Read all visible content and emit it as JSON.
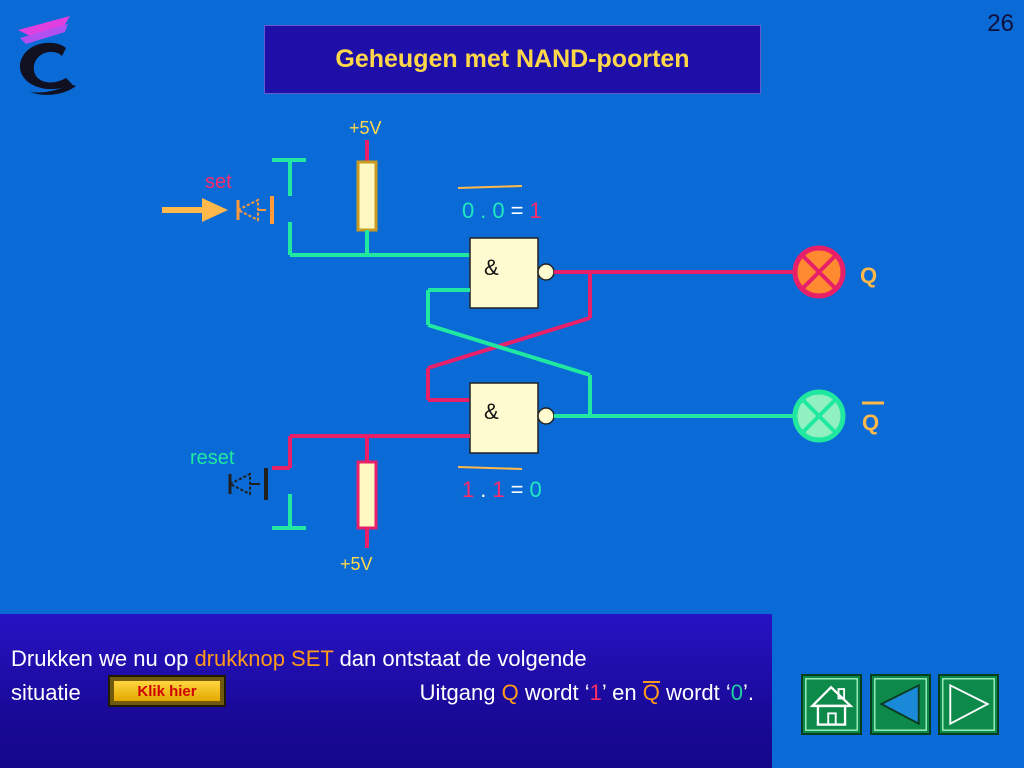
{
  "slide_number": "26",
  "title": "Geheugen met NAND-poorten",
  "circuit": {
    "supply_top": "+5V",
    "supply_bottom": "+5V",
    "set_label": "set",
    "reset_label": "reset",
    "gate_symbol": "&",
    "top_eq": {
      "a": "0",
      "dot": ".",
      "b": "0",
      "eq": "=",
      "result": "1"
    },
    "bottom_eq": {
      "a": "1",
      "dot": ".",
      "b": "1",
      "eq": "=",
      "result": "0"
    },
    "output_q": "Q",
    "output_qbar": "Q"
  },
  "info": {
    "line1_a": "Drukken we nu op ",
    "line1_b": "drukknop SET",
    "line1_c": " dan ontstaat de volgende",
    "line2_a": "situatie",
    "line2_b": "Uitgang ",
    "line2_q": "Q",
    "line2_c": " wordt ‘",
    "line2_one": "1",
    "line2_d": "’ en ",
    "line2_qbar": "Q",
    "line2_e": " wordt ‘",
    "line2_zero": "0",
    "line2_f": "’."
  },
  "klik_label": "Klik hier",
  "colors": {
    "background": "#0a6ad6",
    "title_bg": "#1e0fa8",
    "title_text": "#ffd84a",
    "wire_green": "#20e8a0",
    "wire_red": "#e8206a",
    "lamp_on": "#ff8a30",
    "lamp_off": "#90f0c0",
    "nav_green": "#0d8a4a"
  },
  "nav": [
    "home-icon",
    "triangle-left-icon",
    "triangle-right-icon"
  ]
}
